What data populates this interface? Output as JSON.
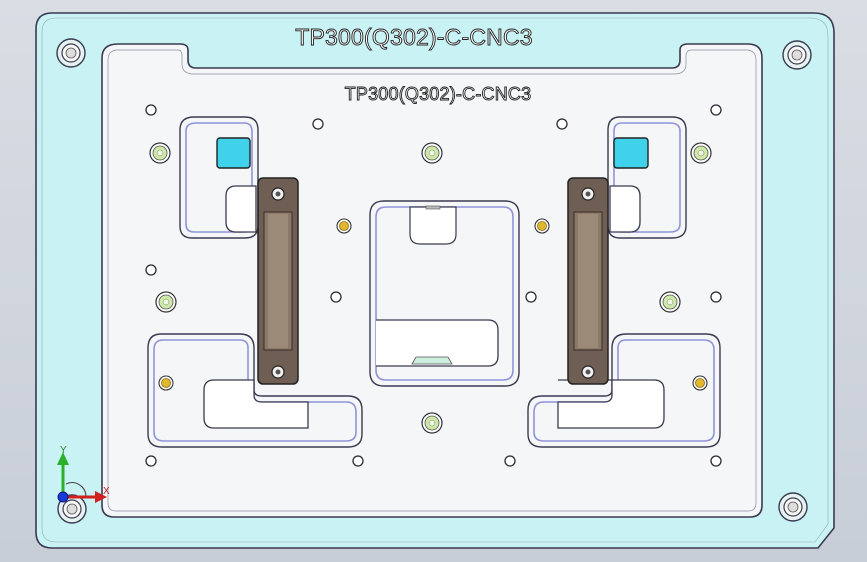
{
  "part": {
    "outer_label": "TP300(Q302)-C-CNC3",
    "inner_label": "TP300(Q302)-C-CNC3"
  },
  "triad": {
    "y_label": "Y",
    "x_label": "X",
    "icon": "axis-triad-icon"
  },
  "colors": {
    "base_fill": "#c8f2f4",
    "plate_fill": "#f4f6f7",
    "outline": "#3a3a50",
    "pocket_stroke": "#8f94d8",
    "insert_fill": "#3fd2ea",
    "clamp_fill": "#6a5a50",
    "pin_fill": "#cfeaa8",
    "dowel_fill": "#e0b830"
  }
}
